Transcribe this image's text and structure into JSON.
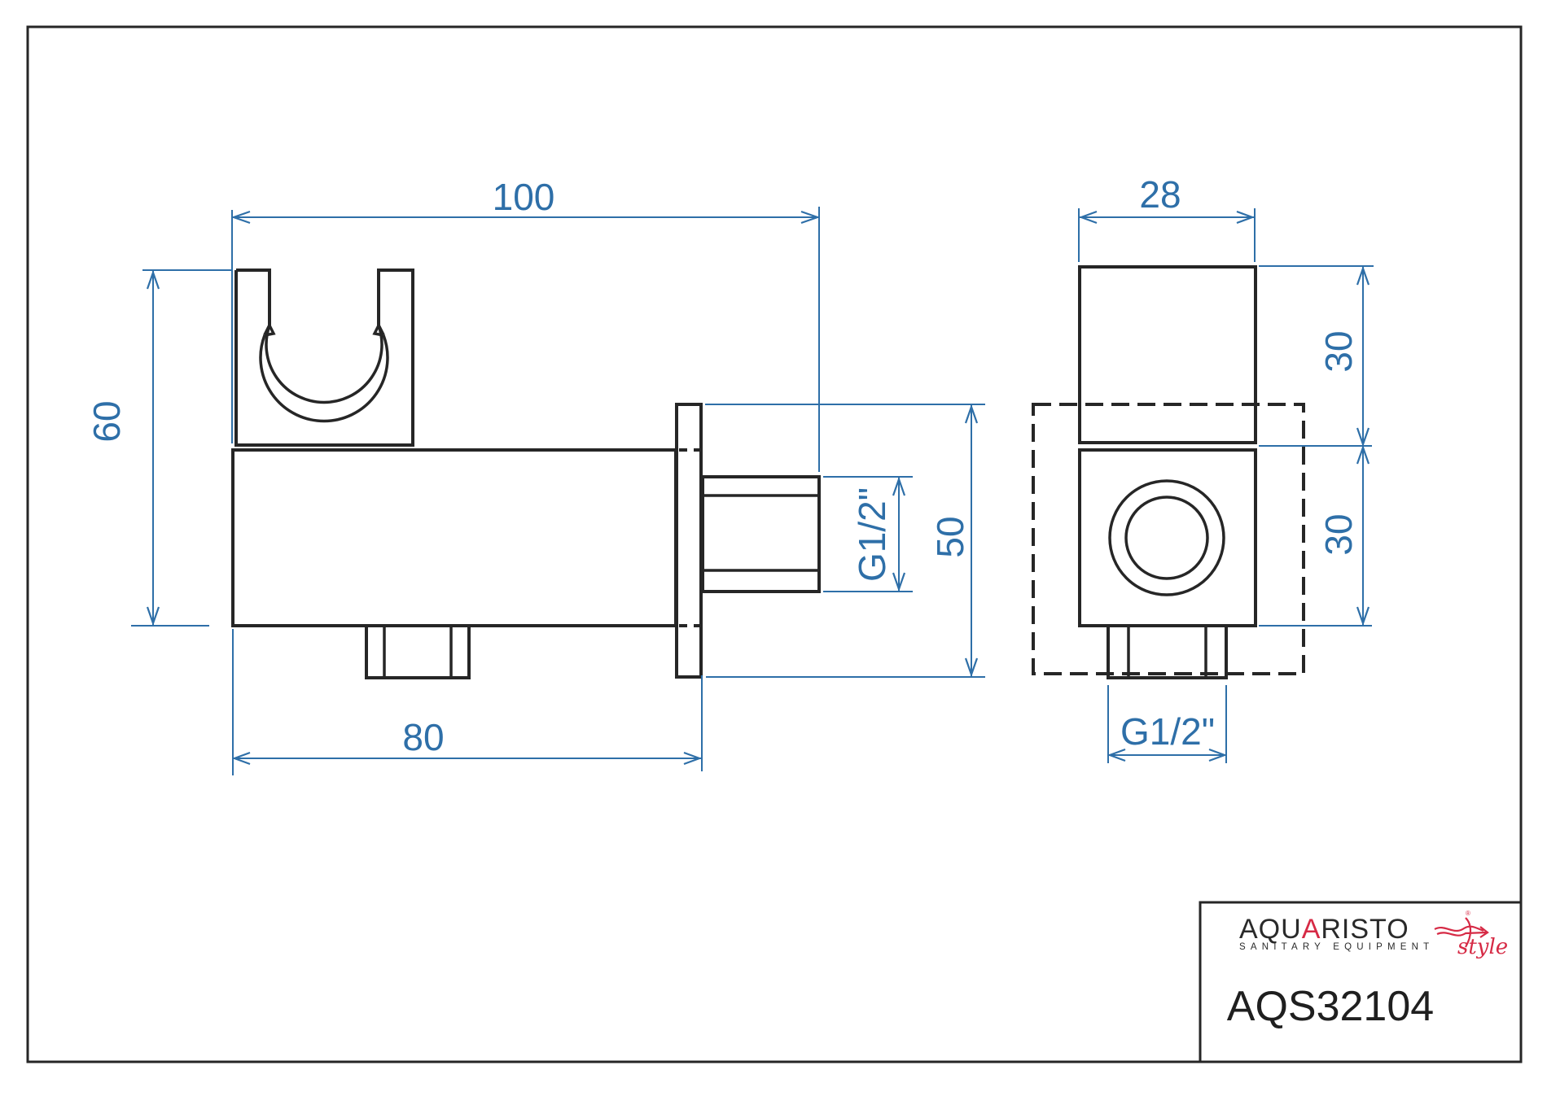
{
  "drawing": {
    "title_block": {
      "brand": {
        "name_part1": "AQU",
        "name_accent": "A",
        "name_part2": "RISTO",
        "tagline": "SANITARY EQUIPMENT",
        "script": "style",
        "registered_mark": "®",
        "accent_color": "#d62a45",
        "text_color": "#2a2a2a"
      },
      "model_number": "AQS32104"
    },
    "dimensions": {
      "overall_length": "100",
      "holder_height": "60",
      "body_length": "80",
      "flange_height": "50",
      "side_thread": "G1/2\"",
      "side_width": "28",
      "upper_block_height": "30",
      "lower_block_height": "30",
      "bottom_thread": "G1/2\""
    },
    "colors": {
      "dimension_blue": "#2e6fa8",
      "outline": "#262626"
    }
  }
}
